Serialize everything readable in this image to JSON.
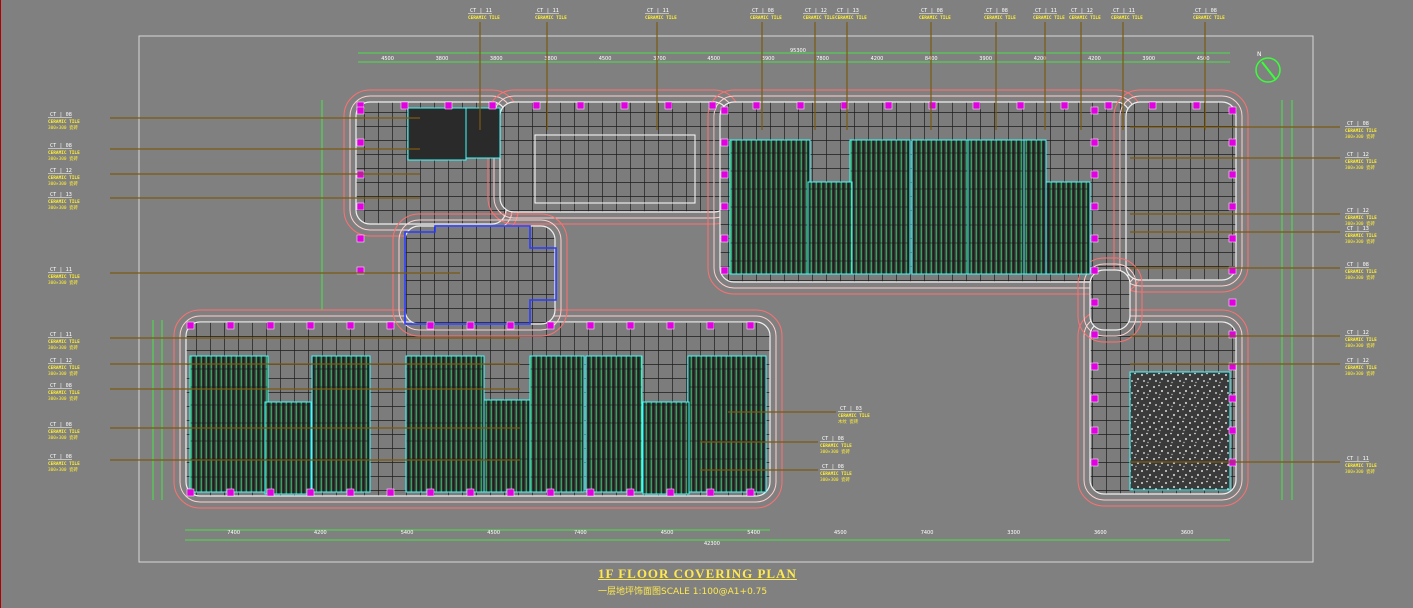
{
  "drawing": {
    "title": "1F FLOOR COVERING PLAN",
    "subtitle": "一层地坪饰面图SCALE  1:100@A1+0.75",
    "callout_label": "CERAMIC TILE",
    "callout_sub": "300×300 瓷砖",
    "left_callouts": [
      {
        "code": "CT | 08"
      },
      {
        "code": "CT | 08"
      },
      {
        "code": "CT | 12"
      },
      {
        "code": "CT | 13"
      },
      {
        "code": "CT | 11"
      },
      {
        "code": "CT | 11"
      },
      {
        "code": "CT | 12"
      },
      {
        "code": "CT | 08"
      },
      {
        "code": "CT | 08"
      },
      {
        "code": "CT | 08"
      }
    ],
    "right_callouts": [
      {
        "code": "CT | 08"
      },
      {
        "code": "CT | 12"
      },
      {
        "code": "CT | 12"
      },
      {
        "code": "CT | 13"
      },
      {
        "code": "CT | 08"
      },
      {
        "code": "CT | 12"
      },
      {
        "code": "CT | 12"
      },
      {
        "code": "CT | 11"
      }
    ],
    "top_callouts": [
      {
        "code": "CT | 11"
      },
      {
        "code": "CT | 11"
      },
      {
        "code": "CT | 11"
      },
      {
        "code": "CT | 08"
      },
      {
        "code": "CT | 12"
      },
      {
        "code": "CT | 13"
      },
      {
        "code": "CT | 08"
      },
      {
        "code": "CT | 08"
      },
      {
        "code": "CT | 11"
      },
      {
        "code": "CT | 12"
      },
      {
        "code": "CT | 11"
      },
      {
        "code": "CT | 08"
      }
    ],
    "center_callouts": [
      {
        "code": "CT | 03",
        "sub": "木纹  瓷砖"
      },
      {
        "code": "CT | 08",
        "sub": "300×300 瓷砖"
      },
      {
        "code": "CT | 08",
        "sub": "300×300 瓷砖"
      }
    ],
    "north_symbol": "N",
    "dims_top": [
      "4500",
      "3800",
      "3800",
      "3800",
      "4500",
      "3700",
      "4500",
      "3900",
      "7800",
      "4200",
      "8400",
      "3900",
      "4200",
      "4200",
      "3900",
      "4500"
    ],
    "dims_bottom": [
      "7400",
      "4200",
      "5400",
      "4500",
      "7400",
      "4500",
      "5400",
      "4500",
      "7400",
      "3300",
      "3600",
      "3600"
    ],
    "dims_bottom_total": "42300",
    "dims_top_total": "95300"
  }
}
